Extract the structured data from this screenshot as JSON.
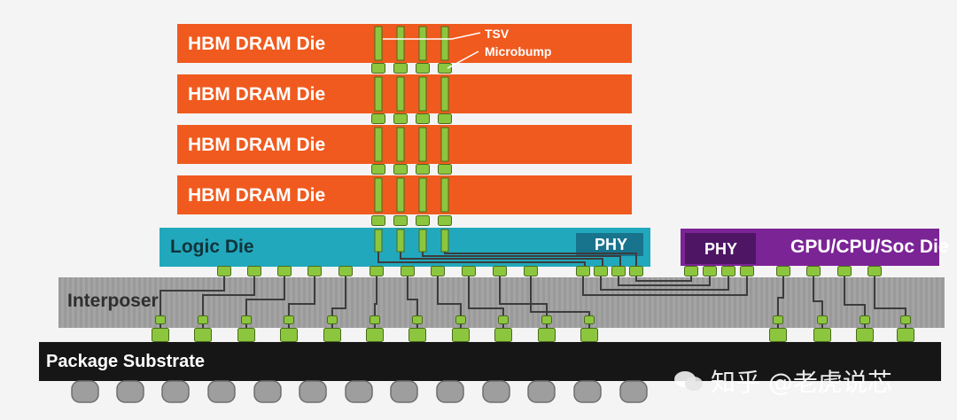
{
  "hbm_dies": [
    {
      "label": "HBM DRAM Die"
    },
    {
      "label": "HBM DRAM Die"
    },
    {
      "label": "HBM DRAM Die"
    },
    {
      "label": "HBM DRAM Die"
    }
  ],
  "callouts": {
    "tsv": "TSV",
    "microbump": "Microbump"
  },
  "logic_die": {
    "label": "Logic Die",
    "phy": "PHY"
  },
  "soc_die": {
    "label": "GPU/CPU/Soc Die",
    "phy": "PHY"
  },
  "interposer": {
    "label": "Interposer"
  },
  "substrate": {
    "label": "Package Substrate"
  },
  "watermark": {
    "text": "知乎 @老虎说芯"
  },
  "colors": {
    "hbm": "#f05a1e",
    "logic": "#22a8bd",
    "soc": "#7b2496",
    "interposer": "#9a9a9a",
    "substrate": "#161616",
    "bump": "#8cc63f",
    "ball": "#9e9e9e"
  }
}
